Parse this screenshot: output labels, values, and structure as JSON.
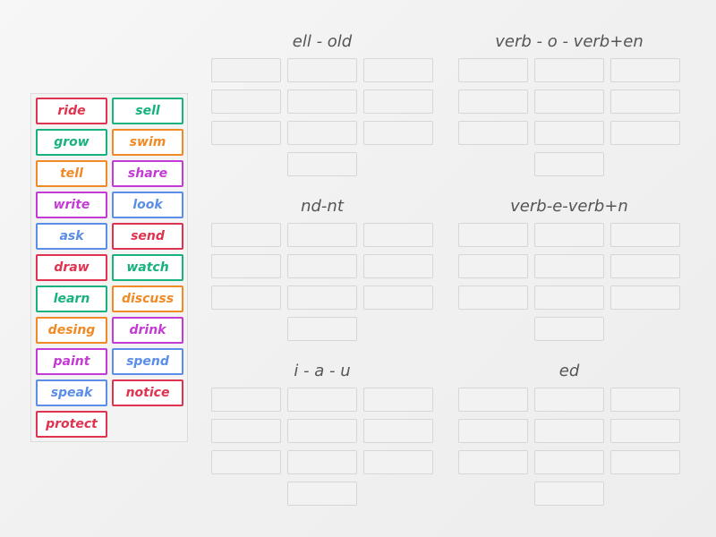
{
  "bank": {
    "tiles": [
      {
        "label": "ride",
        "color": "#e0334f"
      },
      {
        "label": "sell",
        "color": "#17b27d"
      },
      {
        "label": "grow",
        "color": "#17b27d"
      },
      {
        "label": "swim",
        "color": "#f08a24"
      },
      {
        "label": "tell",
        "color": "#f08a24"
      },
      {
        "label": "share",
        "color": "#c33bd4"
      },
      {
        "label": "write",
        "color": "#c33bd4"
      },
      {
        "label": "look",
        "color": "#5b8ee6"
      },
      {
        "label": "ask",
        "color": "#5b8ee6"
      },
      {
        "label": "send",
        "color": "#e0334f"
      },
      {
        "label": "draw",
        "color": "#e0334f"
      },
      {
        "label": "watch",
        "color": "#17b27d"
      },
      {
        "label": "learn",
        "color": "#17b27d"
      },
      {
        "label": "discuss",
        "color": "#f08a24"
      },
      {
        "label": "desing",
        "color": "#f08a24"
      },
      {
        "label": "drink",
        "color": "#c33bd4"
      },
      {
        "label": "paint",
        "color": "#c33bd4"
      },
      {
        "label": "spend",
        "color": "#5b8ee6"
      },
      {
        "label": "speak",
        "color": "#5b8ee6"
      },
      {
        "label": "notice",
        "color": "#e0334f"
      },
      {
        "label": "protect",
        "color": "#e0334f"
      }
    ]
  },
  "groups": [
    {
      "title": "ell - old"
    },
    {
      "title": "verb - o - verb+en"
    },
    {
      "title": "nd-nt"
    },
    {
      "title": "verb-e-verb+n"
    },
    {
      "title": "i - a - u"
    },
    {
      "title": "ed"
    }
  ]
}
